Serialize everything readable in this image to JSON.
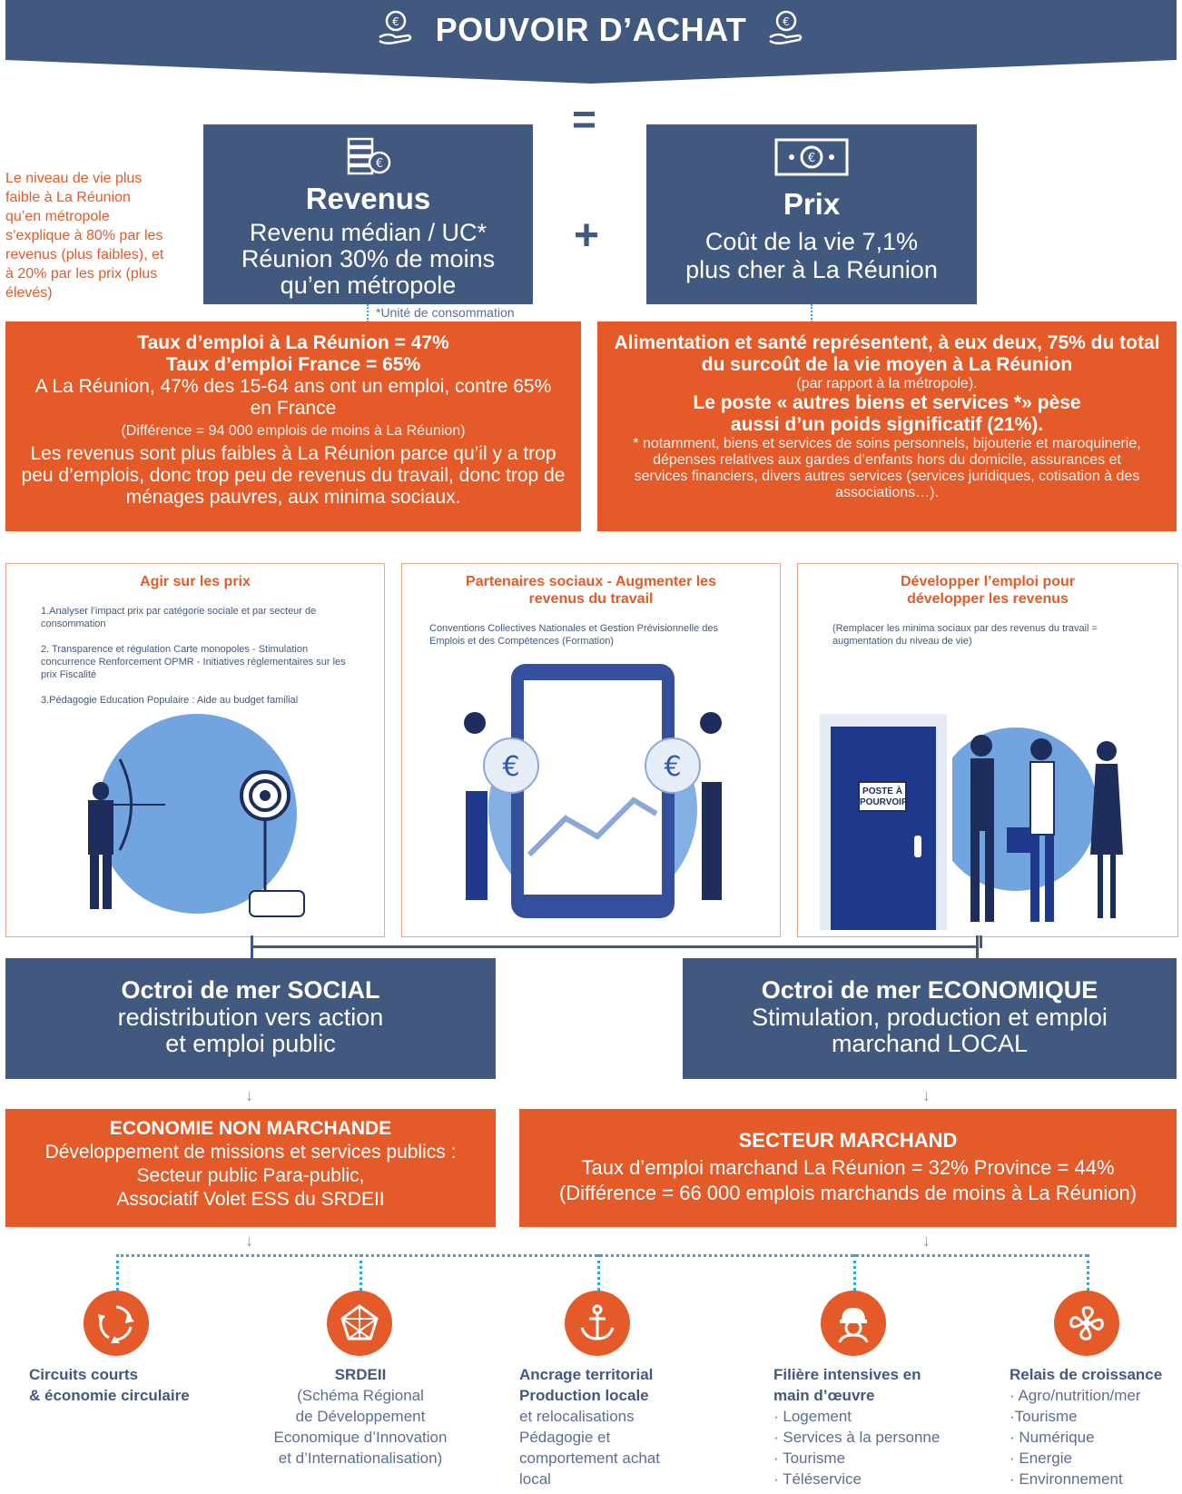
{
  "header": {
    "title": "POUVOIR D’ACHAT"
  },
  "symbols": {
    "equals": "=",
    "plus": "+"
  },
  "side_note": "Le niveau de vie plus faible à La Réunion qu’en métropole s’explique à 80% par les revenus (plus faibles), et à 20% par les prix (plus élevés)",
  "revenus": {
    "title": "Revenus",
    "line1": "Revenu médian / UC*",
    "line2": "Réunion 30% de moins",
    "line3": "qu’en métropole",
    "footnote": "*Unité de consommation"
  },
  "prix": {
    "title": "Prix",
    "line1": "Coût de la vie 7,1%",
    "line2": "plus cher à La Réunion"
  },
  "emploi": {
    "b1": "Taux d’emploi à La Réunion = 47%",
    "b2": "Taux d’emploi France = 65%",
    "n1": "A La Réunion, 47% des 15-64 ans ont un emploi, contre 65% en France",
    "s1": "(Différence = 94 000 emplois de moins à La Réunion)",
    "n2": "Les revenus sont plus faibles à La Réunion parce qu’il y a trop peu d’emplois, donc trop peu de revenus du travail, donc trop de ménages pauvres, aux minima sociaux."
  },
  "surcout": {
    "b1": "Alimentation et santé représentent, à eux deux, 75% du total du surcoût de la vie moyen à La Réunion",
    "s1": "(par rapport à la métropole).",
    "b2": "Le poste « autres biens et services *» pèse aussi d’un poids significatif (21%).",
    "s2": "* notamment, biens et services de soins personnels, bijouterie et maroquinerie, dépenses relatives aux gardes d’enfants hors du domicile, assurances et services financiers, divers autres services (services juridiques, cotisation à des associations…)."
  },
  "panels": [
    {
      "title": "Agir sur les prix",
      "lines": [
        "1.Analyser l’impact prix par catégorie sociale et par secteur de consommation",
        "2. Transparence et régulation Carte monopoles - Stimulation concurrence Renforcement OPMR - Initiatives réglementaires sur les prix Fiscalité",
        "3.Pédagogie Education Populaire : Aide au budget familial"
      ]
    },
    {
      "title": "Partenaires sociaux - Augmenter les revenus du travail",
      "lines": [
        "Conventions Collectives Nationales et Gestion Prévisionnelle des Emplois et des Compétences (Formation)"
      ]
    },
    {
      "title": "Développer l’emploi pour développer les revenus",
      "lines": [
        "(Remplacer les minima sociaux par des revenus du travail = augmentation du niveau de vie)"
      ],
      "door_sign": "POSTE À POURVOIR"
    }
  ],
  "octroi_social": {
    "title": "Octroi de mer SOCIAL",
    "l1": "redistribution vers action",
    "l2": "et emploi public"
  },
  "octroi_eco": {
    "title": "Octroi de mer ECONOMIQUE",
    "l1": "Stimulation, production et emploi",
    "l2": "marchand LOCAL"
  },
  "non_marchand": {
    "title": "ECONOMIE NON MARCHANDE",
    "l1": "Développement de missions et services publics :",
    "l2": "Secteur public Para-public,",
    "l3": "Associatif Volet ESS du SRDEII"
  },
  "marchand": {
    "title": "SECTEUR MARCHAND",
    "l1": "Taux d’emploi marchand La Réunion = 32% Province = 44%",
    "l2": "(Différence = 66 000 emplois marchands de moins à La Réunion)"
  },
  "bottom": [
    {
      "icon": "recycle-icon",
      "title": [
        "Circuits courts",
        "& économie circulaire"
      ],
      "lines": []
    },
    {
      "icon": "network-icon",
      "title": [
        "SRDEII"
      ],
      "lines": [
        "(Schéma Régional",
        "de Développement",
        "Economique d’Innovation",
        "et d’Internationalisation)"
      ]
    },
    {
      "icon": "anchor-icon",
      "title": [
        "Ancrage territorial",
        "Production locale"
      ],
      "lines": [
        "et relocalisations",
        "Pédagogie et",
        "comportement achat",
        "local"
      ]
    },
    {
      "icon": "worker-icon",
      "title": [
        "Filière intensives en",
        "main d’œuvre"
      ],
      "lines": [
        "· Logement",
        "· Services à la personne",
        "· Tourisme",
        "· Téléservice"
      ]
    },
    {
      "icon": "fan-icon",
      "title": [
        "Relais de croissance"
      ],
      "lines": [
        "· Agro/nutrition/mer",
        "·Tourisme",
        "· Numérique",
        "· Energie",
        "· Environnement"
      ]
    }
  ],
  "colors": {
    "navy": "#41597f",
    "orange": "#e45a28",
    "light_blue": "#3aa3d8"
  }
}
